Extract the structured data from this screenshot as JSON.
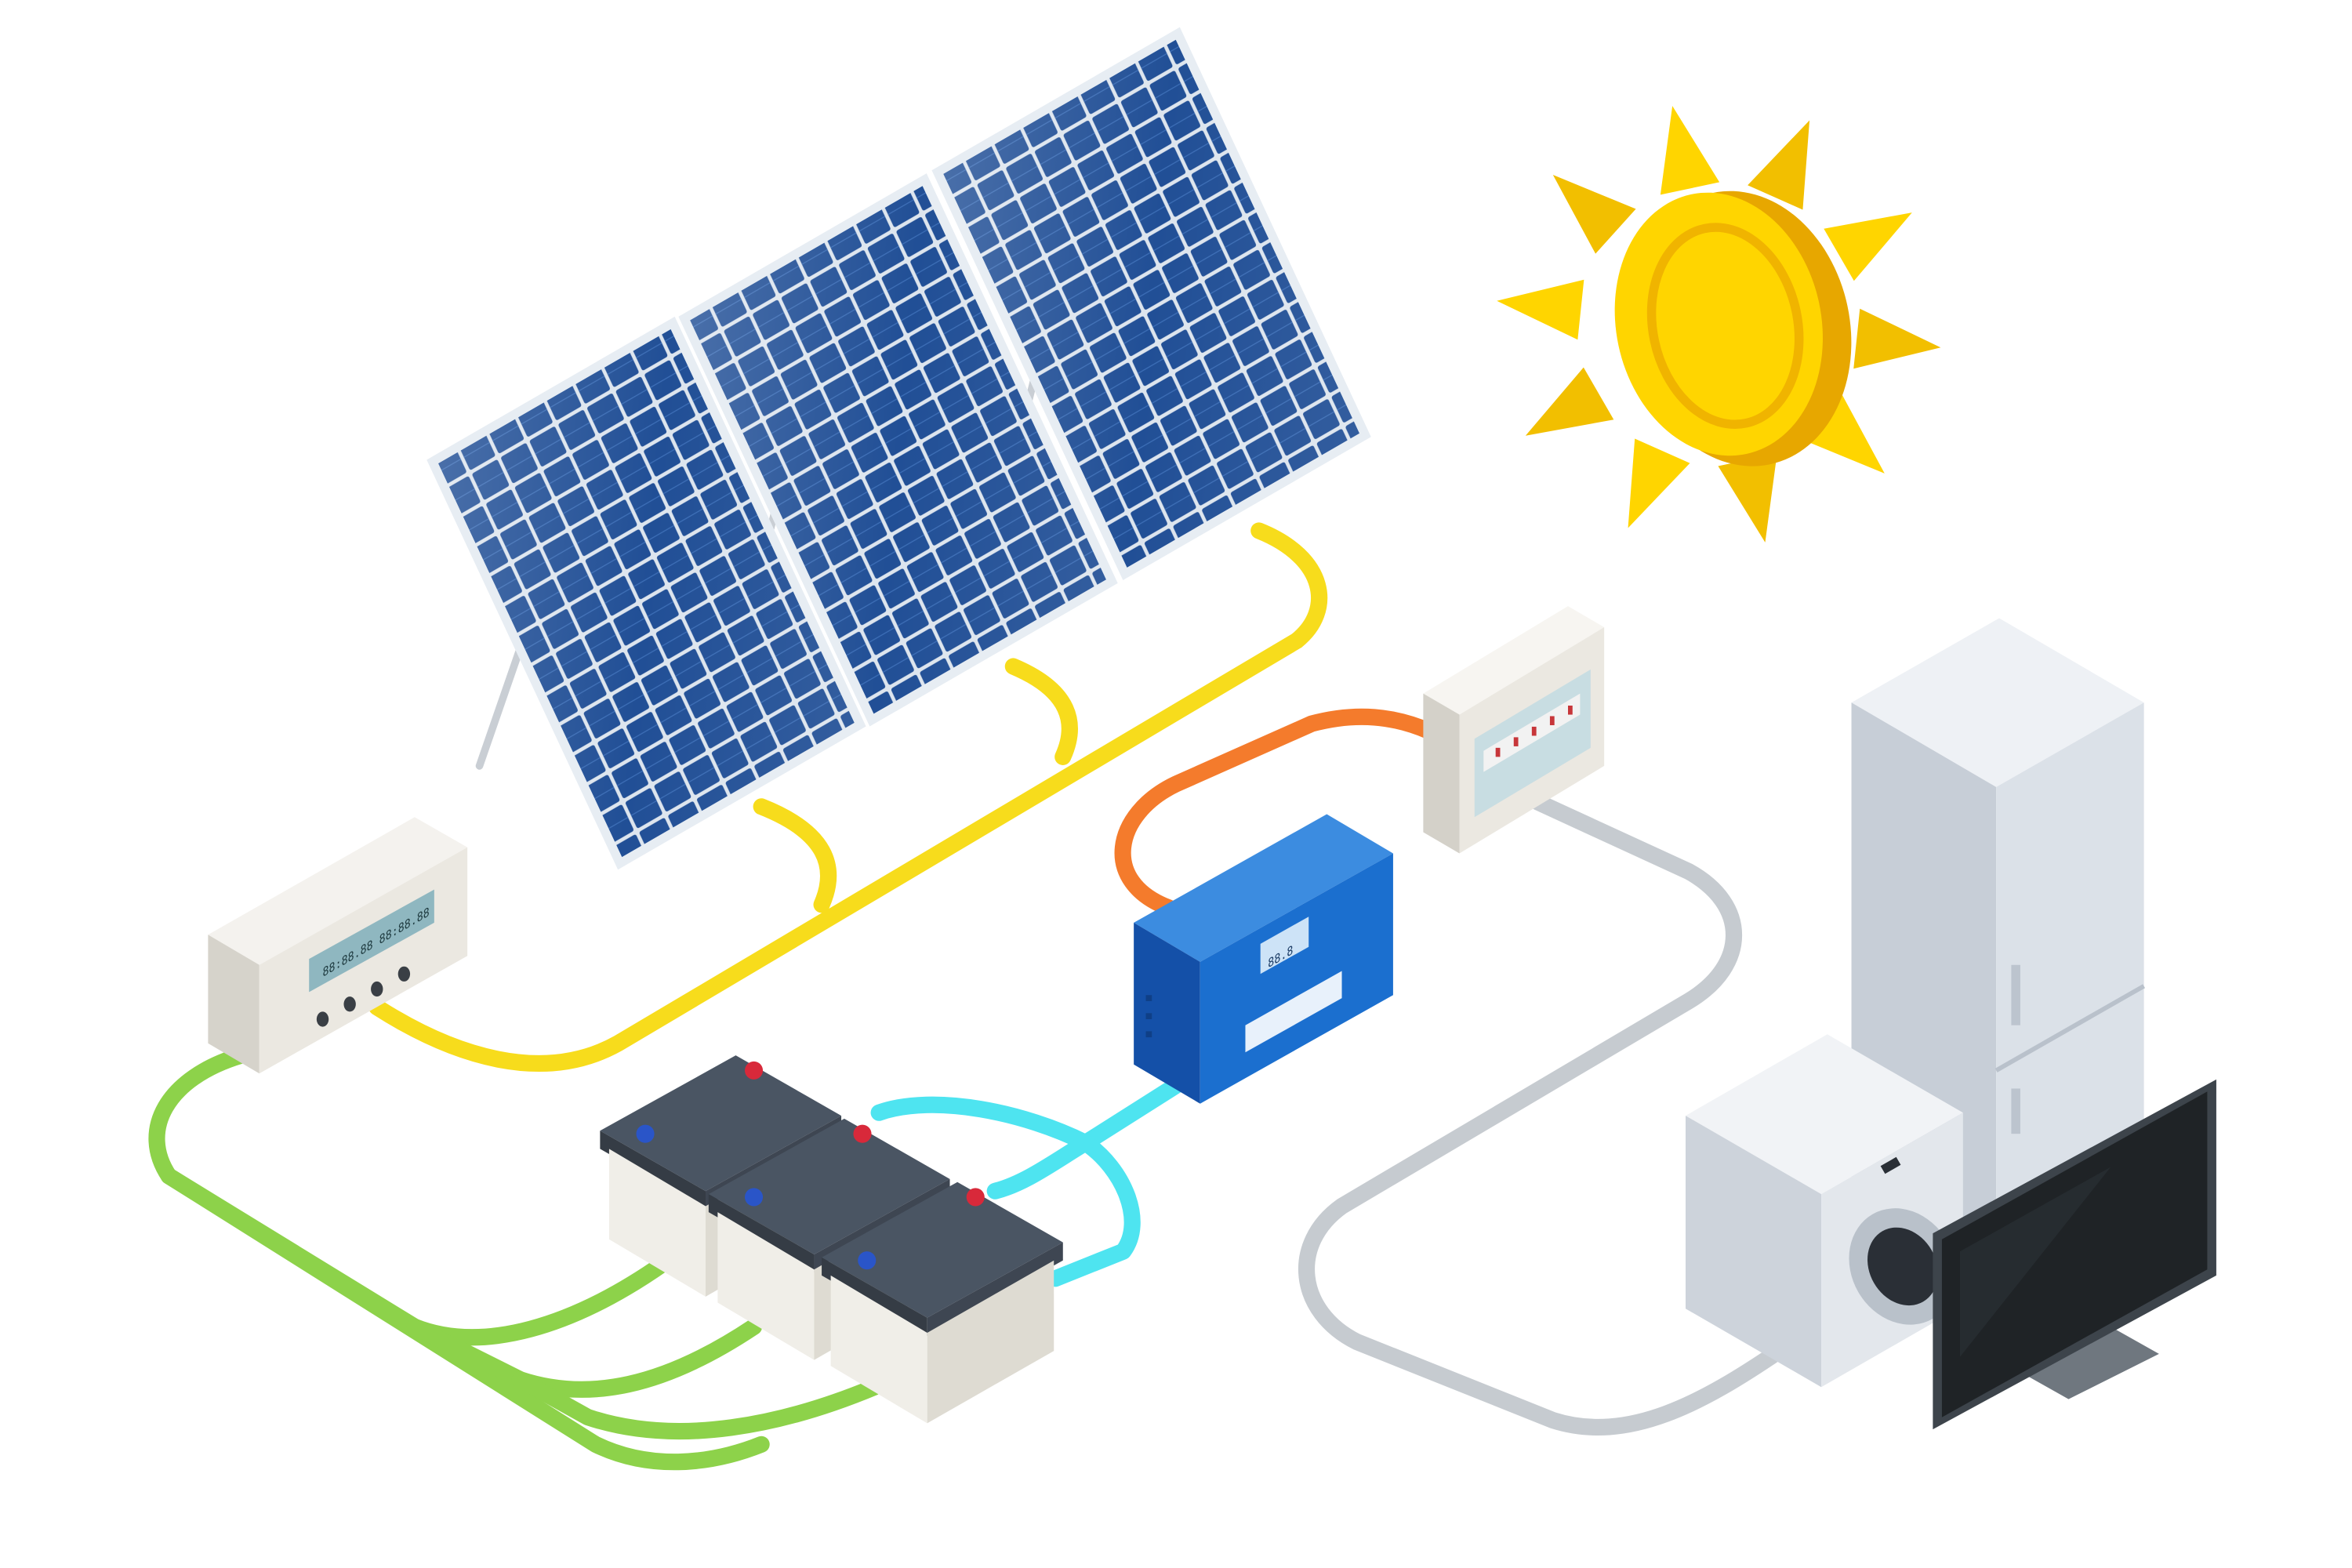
{
  "diagram": {
    "type": "isometric-illustration",
    "labels": []
  },
  "nodes": [
    {
      "id": "sun",
      "icon": "sun-icon"
    },
    {
      "id": "solar-panel-array",
      "icon": "solar-panel-icon",
      "count": 3
    },
    {
      "id": "charge-controller",
      "icon": "charge-controller-icon",
      "display_text": "88:88.88  88:88.88"
    },
    {
      "id": "battery-bank",
      "icon": "battery-icon",
      "count": 3
    },
    {
      "id": "inverter",
      "icon": "inverter-icon",
      "display_text": "88.8"
    },
    {
      "id": "distribution-board",
      "icon": "circuit-breaker-panel-icon"
    },
    {
      "id": "refrigerator",
      "icon": "refrigerator-icon"
    },
    {
      "id": "washing-machine",
      "icon": "washing-machine-icon"
    },
    {
      "id": "television",
      "icon": "tv-icon"
    }
  ],
  "edges": [
    {
      "from": "solar-panel-array",
      "to": "charge-controller",
      "color": "#f7dc1c"
    },
    {
      "from": "charge-controller",
      "to": "battery-bank",
      "color": "#8dd24a"
    },
    {
      "from": "battery-bank",
      "to": "inverter",
      "color": "#4ee4f0"
    },
    {
      "from": "inverter",
      "to": "distribution-board",
      "color": "#f47b2c"
    },
    {
      "from": "distribution-board",
      "to": "appliances",
      "color": "#c6cbd0"
    }
  ],
  "colors": {
    "background": "#ffffff",
    "panel_cell": "#1d4a90",
    "panel_frame": "#d7dee6",
    "sun": "#ffd500",
    "sun_shade": "#e7a700",
    "inverter": "#1b6fcf",
    "battery_top": "#4a5563",
    "battery_body": "#e8e6df",
    "appliance": "#dbe1e8",
    "tv_screen": "#1f2326"
  }
}
